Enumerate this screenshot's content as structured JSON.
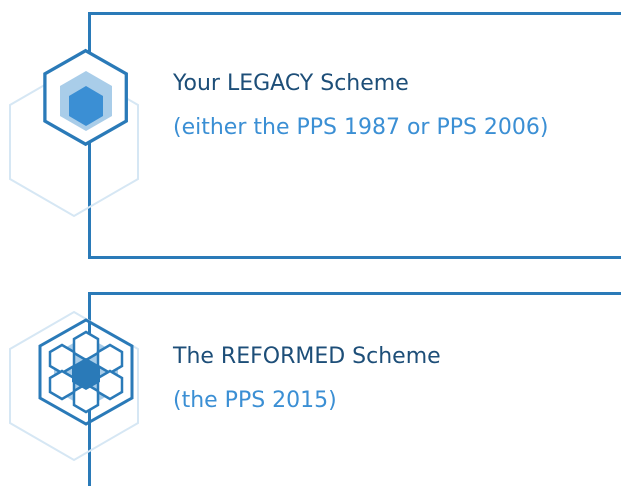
{
  "schemes": [
    {
      "title": "Your LEGACY Scheme",
      "subtitle": "(either the PPS 1987 or PPS 2006)",
      "icon": "hexagon-icon"
    },
    {
      "title": "The REFORMED Scheme",
      "subtitle": "(the PPS 2015)",
      "icon": "honeycomb-hexagon-icon"
    }
  ],
  "colors": {
    "primary": "#2a7ab8",
    "title_text": "#1d4e78",
    "subtitle_text": "#3b8fd4",
    "light_fill": "#a9cde9",
    "faint_outline": "#d6e7f4"
  }
}
